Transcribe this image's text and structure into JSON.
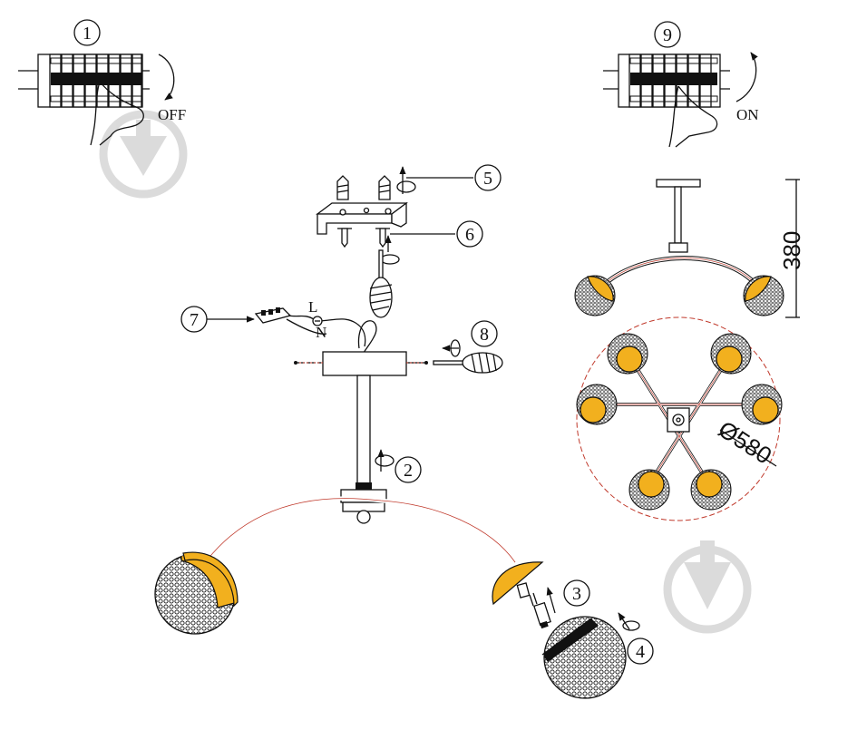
{
  "steps": {
    "s1": "1",
    "s2": "2",
    "s3": "3",
    "s4": "4",
    "s5": "5",
    "s6": "6",
    "s7": "7",
    "s8": "8",
    "s9": "9"
  },
  "switch_labels": {
    "off": "OFF",
    "on": "ON"
  },
  "wire_labels": {
    "l": "L",
    "n": "N"
  },
  "dimensions": {
    "height": "380",
    "diameter": "Ø580"
  },
  "colors": {
    "shade_gold": "#f2b01e",
    "wire_red": "#c0392b",
    "ink": "#111111",
    "watermark": "#d8d8d8"
  },
  "icons": [
    "breaker-panel-icon",
    "hand-icon",
    "screw-icon",
    "screwdriver-icon",
    "terminal-block-icon",
    "bulb-icon",
    "download-watermark-icon"
  ]
}
